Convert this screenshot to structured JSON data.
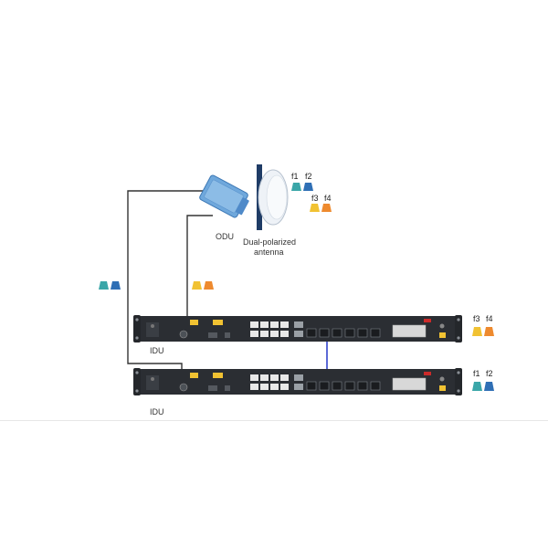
{
  "labels": {
    "odu": "ODU",
    "antenna_line1": "Dual-polarized",
    "antenna_line2": "antenna",
    "idu_top": "IDU",
    "idu_bottom": "IDU"
  },
  "frequencies": {
    "antenna_f1": "f1",
    "antenna_f2": "f2",
    "antenna_f3": "f3",
    "antenna_f4": "f4",
    "idu1_f3": "f3",
    "idu1_f4": "f4",
    "idu2_f1": "f1",
    "idu2_f2": "f2"
  },
  "colors": {
    "teal": "#3aa6a8",
    "blue": "#2f6fb5",
    "yellow": "#f1c232",
    "orange": "#ee8a2e",
    "odu_body": "#6fa8dc",
    "cable": "#333333",
    "link": "#3344cc",
    "chassis": "#2b2e33"
  },
  "icons": {
    "signal_marker": "trapezoid-signal-icon",
    "brand": "huawei-logo-icon"
  }
}
